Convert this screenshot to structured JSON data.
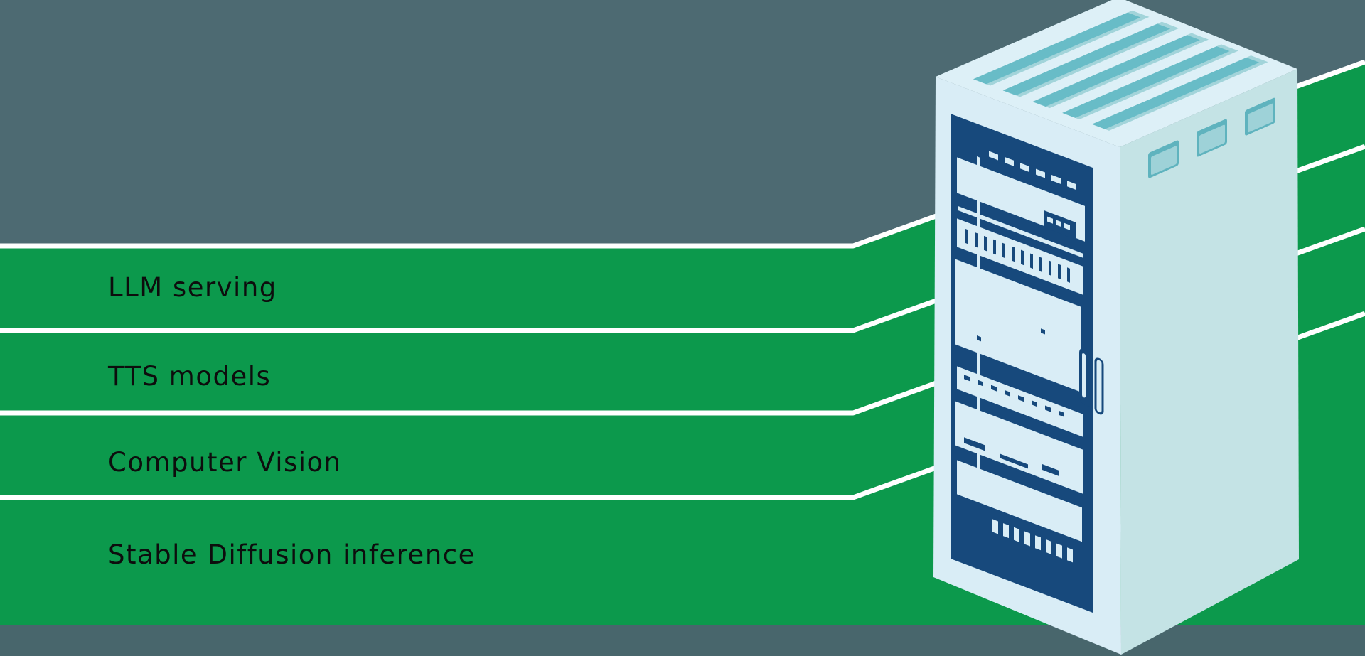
{
  "bands": {
    "items": [
      {
        "label": "LLM serving"
      },
      {
        "label": "TTS models"
      },
      {
        "label": "Computer Vision"
      },
      {
        "label": "Stable Diffusion inference"
      }
    ]
  },
  "colors": {
    "background": "#4d6a72",
    "band_green": "#0c994c",
    "separator_white": "#ffffff",
    "footer_bar": "#48666c",
    "label_text": "#0d0d0d",
    "rack_front": "#d9edf6",
    "rack_side": "#c4e3e5",
    "rack_top": "#ddf0f7",
    "rack_panel_navy": "#17497c",
    "slat_teal_light": "#a2d4da",
    "slat_teal_dark": "#68bcc7",
    "vent_teal_dark": "#5fb3be",
    "vent_teal_light": "#9ed2d8"
  }
}
